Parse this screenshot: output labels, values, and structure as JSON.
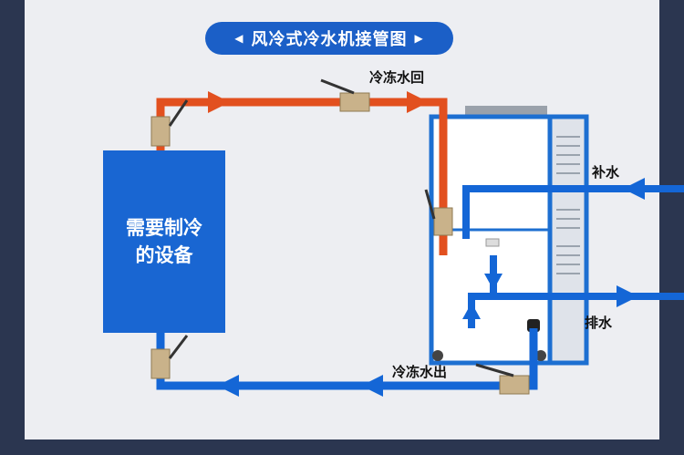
{
  "title": "风冷式冷水机接管图",
  "title_arrow_left": "◀",
  "title_arrow_right": "▶",
  "labels": {
    "return": "冷冻水回",
    "supply": "冷冻水出",
    "makeup": "补水",
    "drain": "排水"
  },
  "equipment": {
    "line1": "需要制冷",
    "line2": "的设备"
  },
  "colors": {
    "hot_pipe": "#e2501f",
    "cold_pipe": "#1466d6",
    "title_bg": "#1b5fc7",
    "chiller_frame": "#1d6fd1"
  }
}
